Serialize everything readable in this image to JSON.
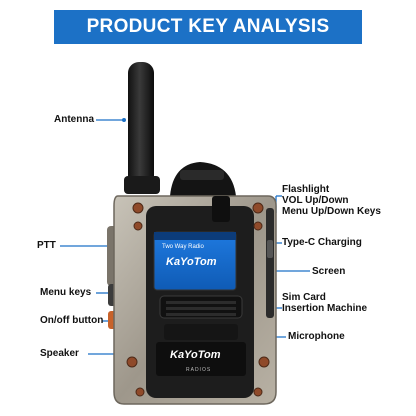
{
  "header": {
    "title": "PRODUCT KEY ANALYSIS"
  },
  "device": {
    "brand": "KaYoTom",
    "screen_caption": "Two Way Radio",
    "sub_brand": "RADIOS"
  },
  "labels": {
    "antenna": "Antenna",
    "ptt": "PTT",
    "menu_keys": "Menu keys",
    "onoff": "On/off button",
    "speaker": "Speaker",
    "flashlight": "Flashlight",
    "vol": "VOL Up/Down",
    "menu_updown": "Menu Up/Down Keys",
    "typec": "Type-C Charging",
    "screen": "Screen",
    "simcard1": "Sim Card",
    "simcard2": "Insertion Machine",
    "microphone": "Microphone"
  },
  "colors": {
    "banner": "#1c71c6",
    "leader_line": "#1c71c6",
    "screen": "#1a6fd1"
  }
}
